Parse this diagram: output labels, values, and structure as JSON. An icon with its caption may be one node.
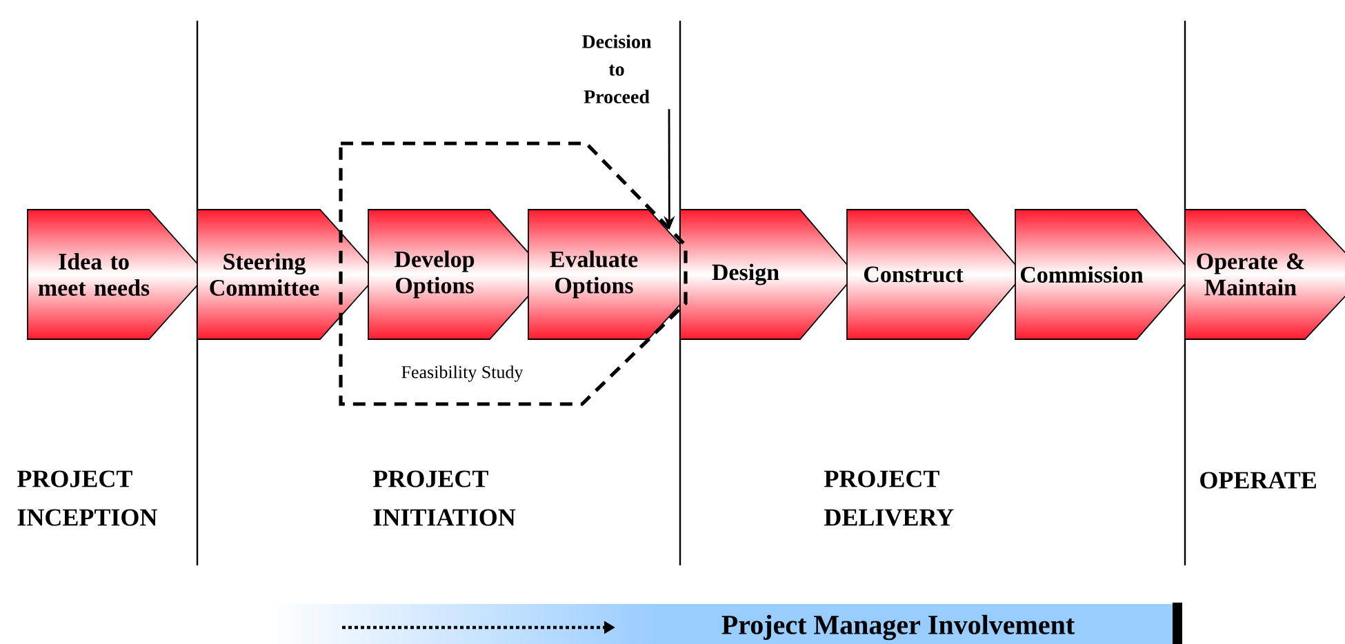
{
  "diagram": {
    "nodes": [
      {
        "text": [
          "Idea to meet needs"
        ]
      },
      {
        "text": [
          "Steering Committee"
        ]
      },
      {
        "text": [
          "Feasibility Study"
        ]
      },
      {
        "text": [
          "Develop Options"
        ],
        "in": 2
      },
      {
        "text": [
          "Evaluate Options"
        ],
        "in": 2
      },
      {
        "text": [
          "Design"
        ]
      },
      {
        "text": [
          "Construct"
        ]
      },
      {
        "text": [
          "Commission"
        ]
      },
      {
        "text": [
          "Operate & Maintain"
        ]
      },
      {
        "text": [
          "Decision to Proceed"
        ]
      },
      {
        "text": [
          "Project Manager Involvement"
        ]
      }
    ],
    "edges": [
      {
        "from": 9,
        "to": 4,
        "arrow": "to"
      }
    ],
    "labels": [
      "PROJECT INCEPTION",
      "PROJECT INITIATION",
      "PROJECT DELIVERY",
      "OPERATE"
    ]
  }
}
